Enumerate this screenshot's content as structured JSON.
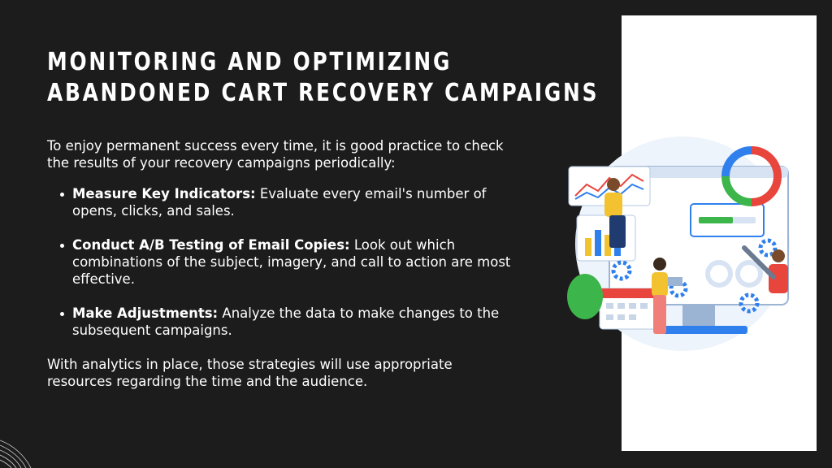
{
  "slide": {
    "title_line1": "MONITORING AND OPTIMIZING",
    "title_line2": "ABANDONED CART RECOVERY CAMPAIGNS",
    "intro": "To enjoy permanent success every time, it is good practice to check the results of your recovery campaigns periodically:",
    "points": [
      {
        "bold": "Measure Key Indicators:",
        "text": " Evaluate every email's number of opens, clicks, and sales."
      },
      {
        "bold": "Conduct A/B Testing of Email Copies:",
        "text": " Look out which combinations of the subject, imagery, and call to action are most effective."
      },
      {
        "bold": "Make Adjustments:",
        "text": " Analyze the data to make changes to the subsequent campaigns."
      }
    ],
    "outro": "With analytics in place, those strategies will use appropriate resources regarding the time and the audience."
  },
  "colors": {
    "background": "#1c1c1c",
    "panel": "#ffffff",
    "accent_blue": "#2f80ed",
    "accent_red": "#e8453c",
    "accent_green": "#3cb54a",
    "accent_yellow": "#f2c230"
  },
  "icons": [
    "analytics-illustration",
    "gear-icon",
    "refresh-cycle-icon",
    "wrench-icon",
    "calendar-icon",
    "bar-chart-icon"
  ]
}
